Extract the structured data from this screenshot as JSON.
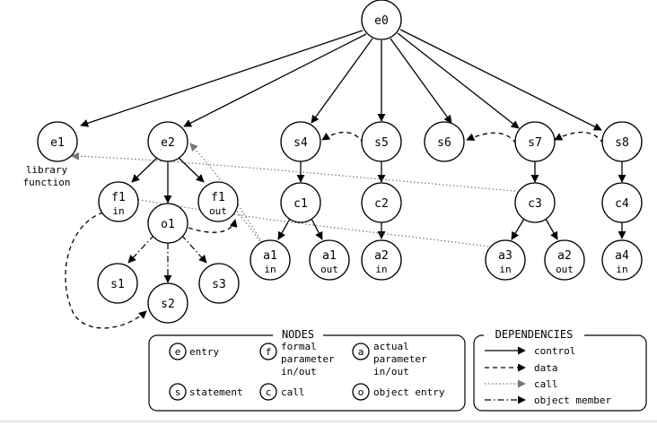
{
  "nodes": {
    "e0": {
      "label": "e0"
    },
    "e1": {
      "label": "e1",
      "caption_line1": "library",
      "caption_line2": "function"
    },
    "e2": {
      "label": "e2"
    },
    "s4": {
      "label": "s4"
    },
    "s5": {
      "label": "s5"
    },
    "s6": {
      "label": "s6"
    },
    "s7": {
      "label": "s7"
    },
    "s8": {
      "label": "s8"
    },
    "f1_in": {
      "label": "f1",
      "sub": "in"
    },
    "o1": {
      "label": "o1"
    },
    "f1_out": {
      "label": "f1",
      "sub": "out"
    },
    "c1": {
      "label": "c1"
    },
    "c2": {
      "label": "c2"
    },
    "c3": {
      "label": "c3"
    },
    "c4": {
      "label": "c4"
    },
    "s1": {
      "label": "s1"
    },
    "s2": {
      "label": "s2"
    },
    "s3": {
      "label": "s3"
    },
    "a1_in": {
      "label": "a1",
      "sub": "in"
    },
    "a1_out": {
      "label": "a1",
      "sub": "out"
    },
    "a2_in": {
      "label": "a2",
      "sub": "in"
    },
    "a3_in": {
      "label": "a3",
      "sub": "in"
    },
    "a2_out": {
      "label": "a2",
      "sub": "out"
    },
    "a4_in": {
      "label": "a4",
      "sub": "in"
    }
  },
  "legend_nodes": {
    "title": "NODES",
    "entry": {
      "symbol": "e",
      "text": "entry"
    },
    "formal": {
      "symbol": "f",
      "line1": "formal",
      "line2": "parameter",
      "line3": "in/out"
    },
    "actual": {
      "symbol": "a",
      "line1": "actual",
      "line2": "parameter",
      "line3": "in/out"
    },
    "statement": {
      "symbol": "s",
      "text": "statement"
    },
    "call": {
      "symbol": "c",
      "text": "call"
    },
    "object": {
      "symbol": "o",
      "text": "object entry"
    }
  },
  "legend_dependencies": {
    "title": "DEPENDENCIES",
    "control": "control",
    "data": "data",
    "call": "call",
    "member": "object member"
  },
  "colors": {
    "stroke": "#000000",
    "call_edge": "#777777",
    "background": "#ffffff"
  }
}
